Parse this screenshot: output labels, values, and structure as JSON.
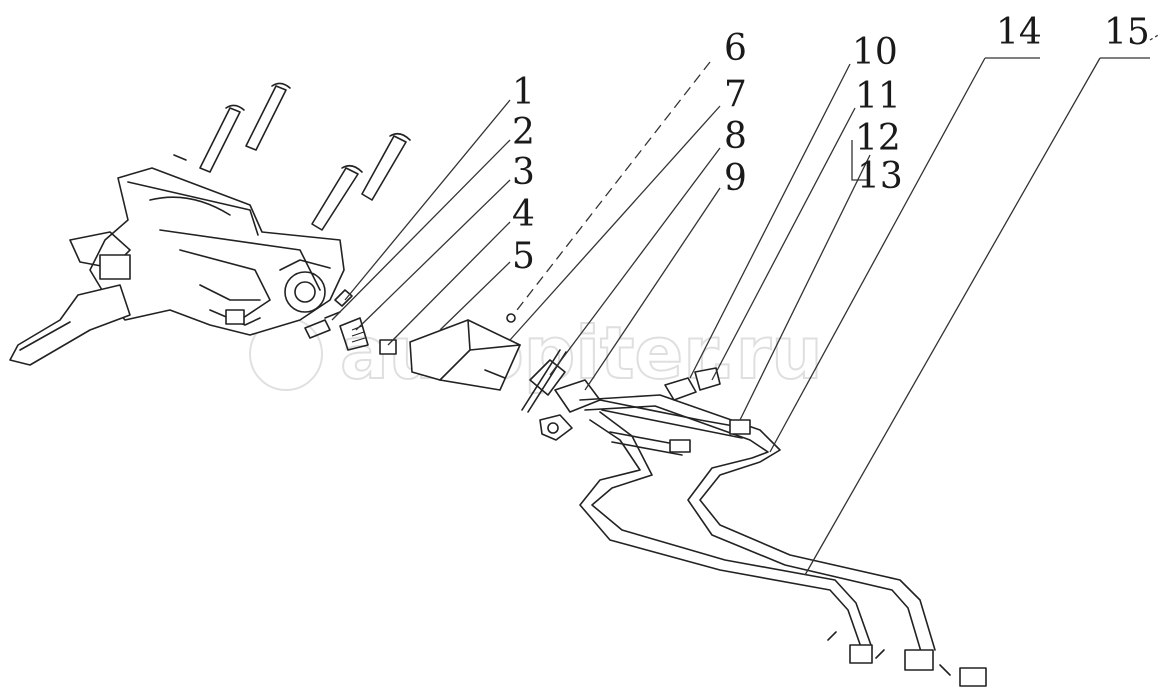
{
  "watermark": {
    "text": "autopiter.ru"
  },
  "callouts": {
    "c1": "1",
    "c2": "2",
    "c3": "3",
    "c4": "4",
    "c5": "5",
    "c6": "6",
    "c7": "7",
    "c8": "8",
    "c9": "9",
    "c10": "10",
    "c11": "11",
    "c12": "12",
    "c13": "13",
    "c14": "14",
    "c15": "15"
  }
}
